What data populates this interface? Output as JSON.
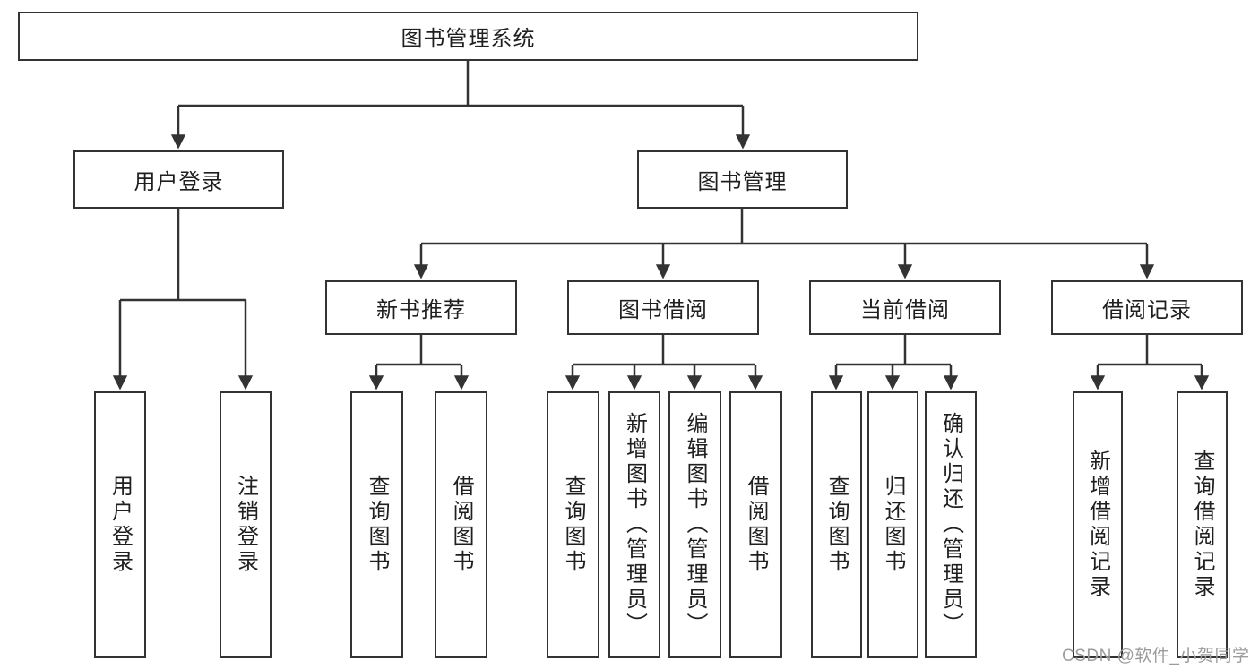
{
  "tree": {
    "label": "图书管理系统",
    "children": [
      {
        "label": "用户登录",
        "children": [
          {
            "label": "用户登录"
          },
          {
            "label": "注销登录"
          }
        ]
      },
      {
        "label": "图书管理",
        "children": [
          {
            "label": "新书推荐",
            "children": [
              {
                "label": "查询图书"
              },
              {
                "label": "借阅图书"
              }
            ]
          },
          {
            "label": "图书借阅",
            "children": [
              {
                "label": "查询图书"
              },
              {
                "label": "新增图书（管理员）"
              },
              {
                "label": "编辑图书（管理员）"
              },
              {
                "label": "借阅图书"
              }
            ]
          },
          {
            "label": "当前借阅",
            "children": [
              {
                "label": "查询图书"
              },
              {
                "label": "归还图书"
              },
              {
                "label": "确认归还（管理员）"
              }
            ]
          },
          {
            "label": "借阅记录",
            "children": [
              {
                "label": "新增借阅记录"
              },
              {
                "label": "查询借阅记录"
              }
            ]
          }
        ]
      }
    ]
  },
  "watermark": "CSDN @软件_小贺同学",
  "colors": {
    "line": "#333333",
    "text": "#1f1f1f",
    "watermark": "#9c9c9c",
    "background": "#ffffff"
  }
}
